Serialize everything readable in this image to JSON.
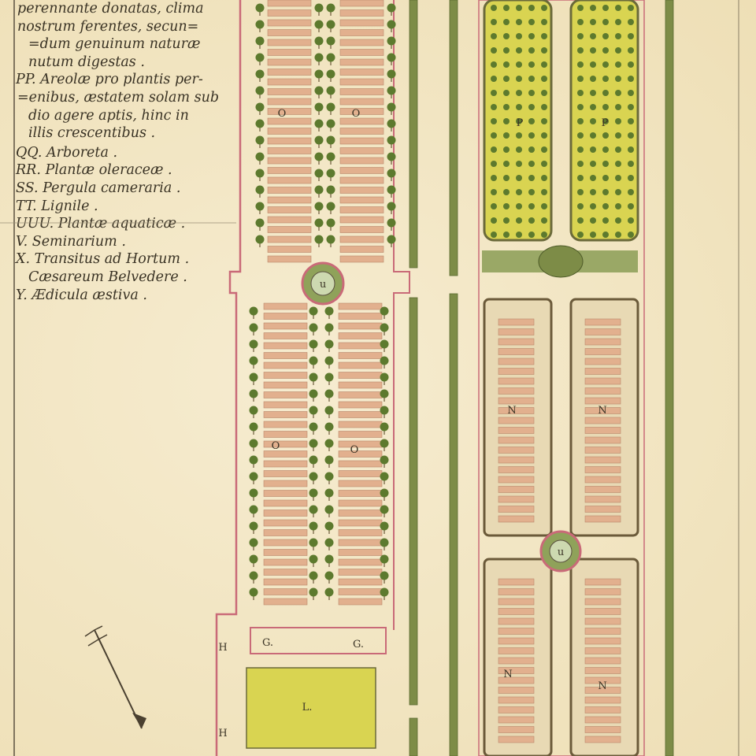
{
  "legend": {
    "lines": [
      "perennante donatas, clima",
      "nostrum ferentes, secun=",
      "=dum genuinum naturæ",
      "nutum digestas .",
      "PP. Areolæ pro plantis per-",
      "=enibus, æstatem solam sub",
      "dio agere aptis, hinc in",
      "illis crescentibus .",
      "QQ. Arboreta .",
      "RR. Plantæ oleraceæ .",
      "SS. Pergula cameraria .",
      "TT. Lignile .",
      "UUU. Plantæ aquaticæ .",
      "V. Seminarium .",
      "X. Transitus ad Hortum .",
      "Cæsareum Belvedere .",
      "Y. Ædicula æstiva ."
    ]
  },
  "map_labels": {
    "o": "O",
    "n": "N",
    "g": "G.",
    "l": "L.",
    "h": "H",
    "u": "u",
    "p": "P"
  },
  "colors": {
    "paper": "#f3e8c6",
    "bed": "#e2b08e",
    "tree": "#5d7a2e",
    "hedge": "#7d8c47",
    "yellow": "#d9d451",
    "wall": "#c96a78"
  }
}
